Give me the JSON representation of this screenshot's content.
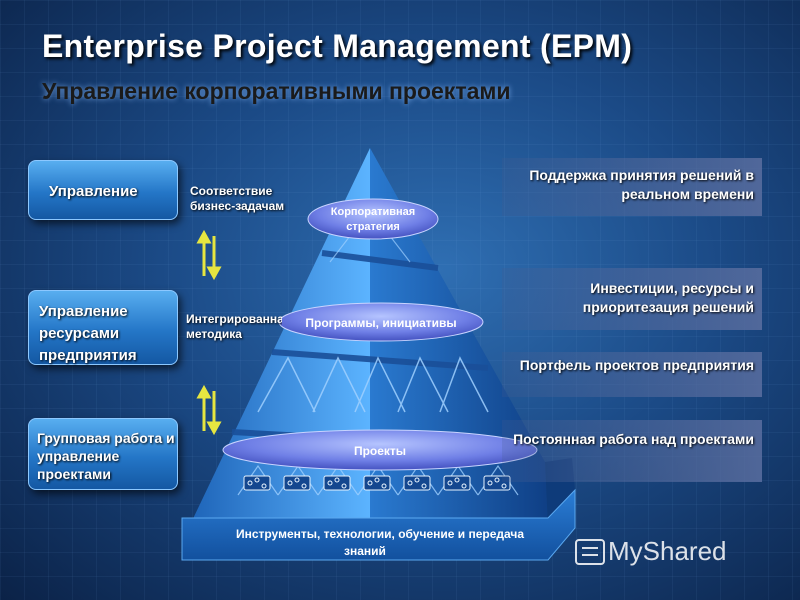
{
  "title": "Enterprise Project Management (EPM)",
  "subtitle": "Управление корпоративными проектами",
  "left_boxes": [
    {
      "label": "Управление"
    },
    {
      "label": "Управление ресурсами предприятия"
    },
    {
      "label": "Групповая работа и управление проектами"
    }
  ],
  "notes": {
    "alignment": "Соответствие бизнес-задачам",
    "integrated": "Интегрированная методика"
  },
  "pyramid": {
    "levels": [
      {
        "label": "Корпоративная стратегия"
      },
      {
        "label": "Программы, инициативы"
      },
      {
        "label": "Проекты"
      }
    ],
    "base": "Инструменты, технологии, обучение и передача знаний"
  },
  "right_bands": [
    {
      "label": "Поддержка принятия решений в реальном времени"
    },
    {
      "label": "Инвестиции, ресурсы и приоритезация решений"
    },
    {
      "label": "Портфель проектов предприятия"
    },
    {
      "label": "Постоянная работа над проектами"
    }
  ],
  "watermark": "MyShared",
  "colors": {
    "background": "#1b4a86",
    "pyramid_face": "#3f97e6",
    "oval": "#7b8cf0",
    "arrow": "#e6e640"
  }
}
